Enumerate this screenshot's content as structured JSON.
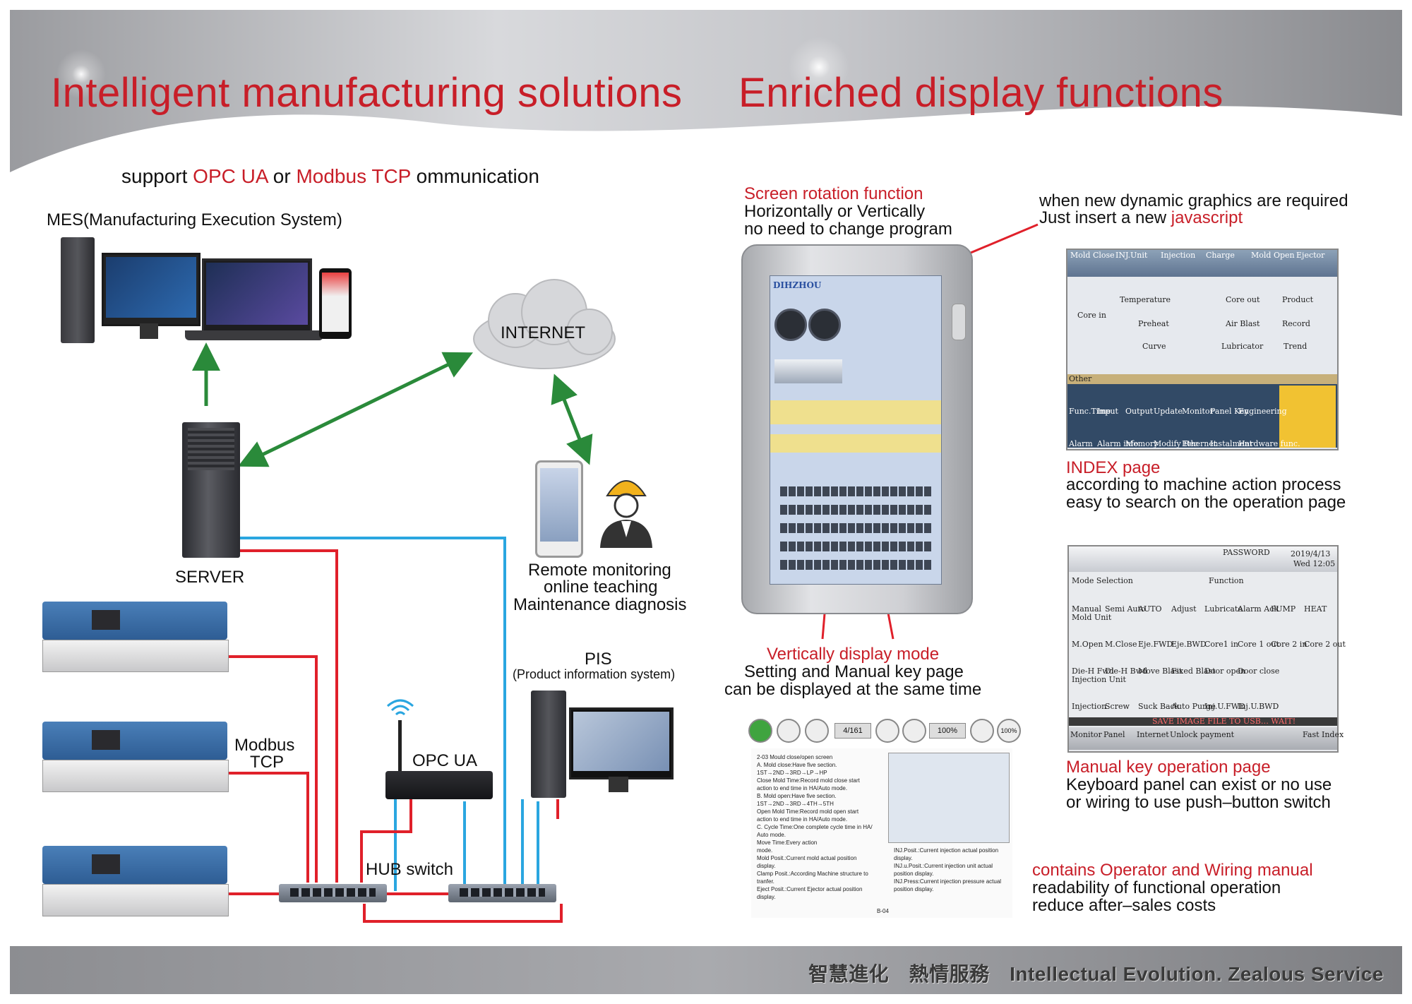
{
  "header": {
    "left_title": "Intelligent manufacturing solutions",
    "right_title": "Enriched display functions"
  },
  "left": {
    "support_prefix": "support ",
    "support_opc": "OPC UA",
    "support_or": " or ",
    "support_modbus": "Modbus TCP",
    "support_suffix": " ommunication",
    "mes_label": "MES(Manufacturing Execution System)",
    "internet_label": "INTERNET",
    "server_label": "SERVER",
    "remote_lines": [
      "Remote monitoring",
      "online teaching",
      "Maintenance diagnosis"
    ],
    "pis_title": "PIS",
    "pis_sub": "(Product information system)",
    "opc_label": "OPC UA",
    "modbus_label_1": "Modbus",
    "modbus_label_2": "TCP",
    "hub_label": "HUB switch"
  },
  "right": {
    "rotation_title": "Screen rotation function",
    "rotation_lines": [
      "Horizontally or Vertically",
      "no need to change program"
    ],
    "dynamic_line1": "when new dynamic graphics are required",
    "dynamic_line2_prefix": "Just insert a new ",
    "dynamic_line2_js": "javascript",
    "index_title": "INDEX page",
    "index_lines": [
      "according to machine action process",
      "easy to search on the operation page"
    ],
    "vertical_title": "Vertically display mode",
    "vertical_lines": [
      "Setting and Manual key page",
      "can be displayed at the same time"
    ],
    "manual_title": "Manual key operation page",
    "manual_lines": [
      "Keyboard panel can exist or no use",
      "or wiring to use push–button switch"
    ],
    "contains_title": "contains Operator and Wiring manual",
    "contains_lines": [
      "readability of functional operation",
      "reduce after–sales costs"
    ],
    "brand": "DIHZHOU"
  },
  "index_screen": {
    "top_tabs": [
      "Mold Close",
      "INJ.Unit",
      "Injection",
      "Charge",
      "Mold Open",
      "Ejector"
    ],
    "row1": [
      "Core in",
      "Temperature",
      "Core out",
      "Product"
    ],
    "row2": [
      "Preheat",
      "Air Blast",
      "Record"
    ],
    "row3": [
      "Curve",
      "Lubricator",
      "Trend"
    ],
    "other_label": "Other",
    "bottom1": [
      "Func.Time",
      "Input",
      "Output",
      "Update",
      "Monitor",
      "Panel Key",
      "Engineering"
    ],
    "bottom2": [
      "Alarm",
      "Alarm info",
      "Memory",
      "Modify Rec",
      "Ethernet",
      "Instalment",
      "Hardware func."
    ]
  },
  "manual_screen": {
    "password_label": "PASSWORD",
    "date": "2019/4/13",
    "day_time": "Wed 12:05",
    "mode_selection": "Mode Selection",
    "function_label": "Function",
    "mode_items": [
      "Manual",
      "Semi Auto",
      "AUTO",
      "Adjust",
      "Lubricate",
      "Alarm Ack",
      "PUMP",
      "HEAT"
    ],
    "mold_unit": "Mold Unit",
    "mold_items": [
      "M.Open",
      "M.Close",
      "Eje.FWD",
      "Eje.BWD",
      "Core1 in",
      "Core 1 out",
      "Core 2 in",
      "Core 2 out"
    ],
    "mold_items2": [
      "Die-H Fwd",
      "Die-H Bwd",
      "Move Blast",
      "Fixed Blast",
      "Door open",
      "Door close"
    ],
    "inj_unit": "Injection Unit",
    "inj_items": [
      "Injection",
      "Screw",
      "Suck Back",
      "Auto Purge",
      "Inj.U.FWD",
      "Inj.U.BWD"
    ],
    "status_text": "SAVE IMAGE FILE TO USB…  WAIT!",
    "bottom_tabs": [
      "Monitor",
      "Panel",
      "Internet",
      "Unlock payment",
      "",
      "",
      "",
      "Fast Index"
    ]
  },
  "manual_doc": {
    "page_counter": "4/161",
    "zoom": "100%",
    "zoom_btn": "100%",
    "lines": [
      "2-03  Mould close/open screen",
      "A.  Mold close:Have five section.",
      "1ST→2ND→3RD→LP→HP",
      "Close Mold Time:Record mold close start",
      "action to end time in HA/Auto mode.",
      "B.  Mold open:Have five section.",
      "1ST→2ND→3RD→4TH→5TH",
      "Open Mold Time:Record mold open start",
      "action to end time in HA/Auto mode.",
      "C.  Cycle Time:One complete cycle time in HA/",
      "Auto mode.",
      "Move Time:Every action",
      "mode.",
      "Mold Posit.:Current mold actual position",
      "display.",
      "Clamp Posit.:According Machine structure to",
      "tranfer.",
      "Eject Posit.:Current Ejector actual position",
      "display."
    ],
    "lines_right": [
      "INJ.Posit.:Current injection actual position",
      "display.",
      "INJ.u.Posit.:Current injection unit actual",
      "position display.",
      "INJ.Press:Current injection pressure actual",
      "position display."
    ],
    "page_no": "B-04"
  },
  "footer": {
    "text": "智慧進化　熱情服務　Intellectual Evolution. Zealous Service"
  },
  "colors": {
    "accent_red": "#c81e28",
    "arrow_green": "#2a8a3a",
    "wire_red": "#e0202a",
    "wire_blue": "#2aa6e0"
  }
}
